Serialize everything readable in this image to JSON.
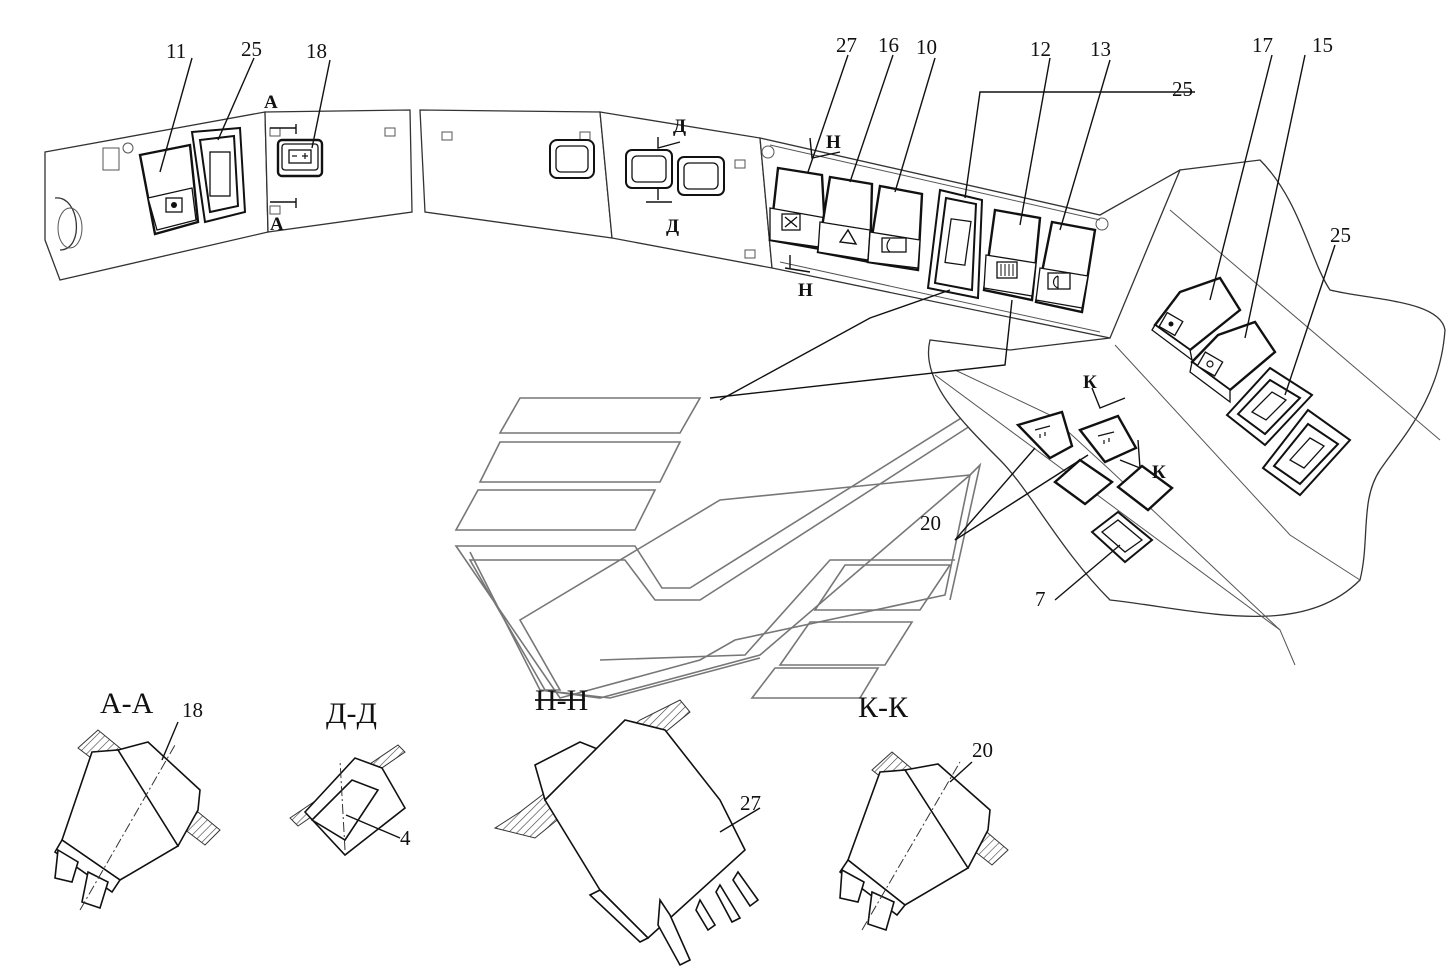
{
  "callouts": {
    "c11": "11",
    "c25a": "25",
    "c18": "18",
    "c27": "27",
    "c16": "16",
    "c10": "10",
    "c12": "12",
    "c13": "13",
    "c25b": "25",
    "c17": "17",
    "c15": "15",
    "c25c": "25",
    "c20": "20",
    "c7": "7"
  },
  "section_marks": {
    "a_top": "А",
    "a_bottom": "А",
    "d_top": "Д",
    "d_bottom": "Д",
    "n_top": "Н",
    "n_bottom": "Н",
    "k_top": "К",
    "k_bottom": "К"
  },
  "section_views": {
    "aa": {
      "title": "А-А",
      "label": "18"
    },
    "dd": {
      "title": "Д-Д",
      "label": "4"
    },
    "nn": {
      "title": "Н-Н",
      "label": "27"
    },
    "kk": {
      "title": "К-К",
      "label": "20"
    }
  },
  "switch_icons": {
    "s11": "sun-icon",
    "s27": "fan-icon",
    "s16": "hazard-triangle-icon",
    "s10": "fog-lamp-icon",
    "s12": "heater-grid-icon",
    "s13": "headlamp-icon",
    "s18": "battery-icon",
    "s17": "work-light-icon",
    "s15": "beacon-icon",
    "s20": "cab-light-icon"
  },
  "colors": {
    "line": "#111111",
    "logo_watermark": "#777777",
    "background": "#ffffff"
  }
}
